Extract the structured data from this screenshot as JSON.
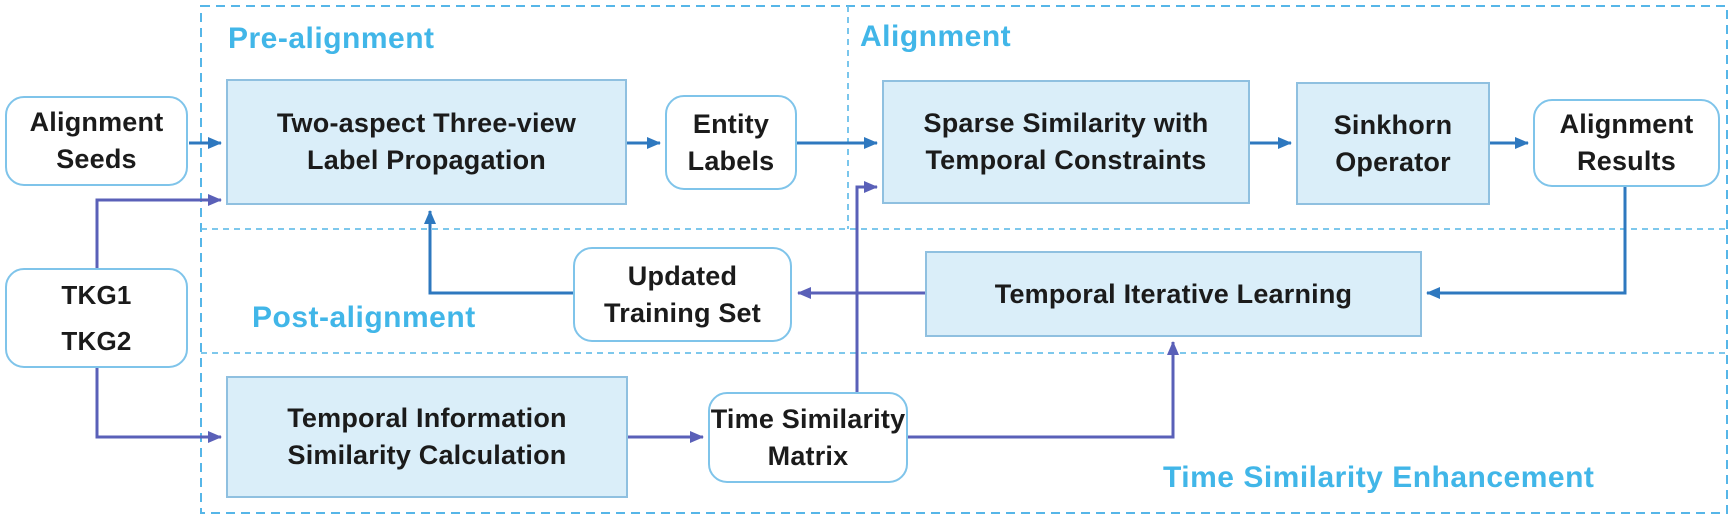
{
  "diagram": {
    "sections": {
      "pre_alignment": "Pre-alignment",
      "alignment": "Alignment",
      "post_alignment": "Post-alignment",
      "time_similarity_enhancement": "Time Similarity Enhancement"
    },
    "nodes": {
      "alignment_seeds": {
        "lines": [
          "Alignment",
          "Seeds"
        ]
      },
      "tkg": {
        "lines": [
          "TKG1",
          "TKG2"
        ]
      },
      "label_propagation": {
        "lines": [
          "Two-aspect Three-view",
          "Label Propagation"
        ]
      },
      "entity_labels": {
        "lines": [
          "Entity",
          "Labels"
        ]
      },
      "sparse_similarity": {
        "lines": [
          "Sparse Similarity with",
          "Temporal Constraints"
        ]
      },
      "sinkhorn": {
        "lines": [
          "Sinkhorn",
          "Operator"
        ]
      },
      "alignment_results": {
        "lines": [
          "Alignment",
          "Results"
        ]
      },
      "updated_training_set": {
        "lines": [
          "Updated",
          "Training Set"
        ]
      },
      "temporal_iterative_learning": {
        "lines": [
          "Temporal Iterative Learning"
        ]
      },
      "temporal_information": {
        "lines": [
          "Temporal Information",
          "Similarity Calculation"
        ]
      },
      "time_similarity_matrix": {
        "lines": [
          "Time Similarity",
          "Matrix"
        ]
      }
    },
    "edges": [
      {
        "from": "alignment-seeds",
        "to": "label-propagation",
        "color": "blue"
      },
      {
        "from": "label-propagation",
        "to": "entity-labels",
        "color": "blue"
      },
      {
        "from": "entity-labels",
        "to": "sparse-similarity",
        "color": "blue"
      },
      {
        "from": "sparse-similarity",
        "to": "sinkhorn-operator",
        "color": "blue"
      },
      {
        "from": "sinkhorn-operator",
        "to": "alignment-results",
        "color": "blue"
      },
      {
        "from": "alignment-results",
        "to": "temporal-iterative-learning",
        "color": "blue"
      },
      {
        "from": "updated-training-set",
        "to": "label-propagation",
        "color": "blue"
      },
      {
        "from": "tkg",
        "to": "label-propagation",
        "color": "purple"
      },
      {
        "from": "tkg",
        "to": "temporal-information",
        "color": "purple"
      },
      {
        "from": "temporal-information",
        "to": "time-similarity-matrix",
        "color": "purple"
      },
      {
        "from": "time-similarity-matrix",
        "to": "sparse-similarity",
        "color": "purple"
      },
      {
        "from": "time-similarity-matrix",
        "to": "temporal-iterative-learning",
        "color": "purple"
      },
      {
        "from": "temporal-iterative-learning",
        "to": "updated-training-set",
        "color": "purple"
      }
    ],
    "colors": {
      "arrow_blue": "#2e78bf",
      "arrow_purple": "#5a60b8",
      "node_fill": "#daeef9",
      "node_border": "#8fc0e0",
      "terminal_border": "#7fc4ea",
      "dashed_border": "#56b6e8",
      "section_label": "#41b6e8",
      "text": "#1b1b1b"
    }
  }
}
